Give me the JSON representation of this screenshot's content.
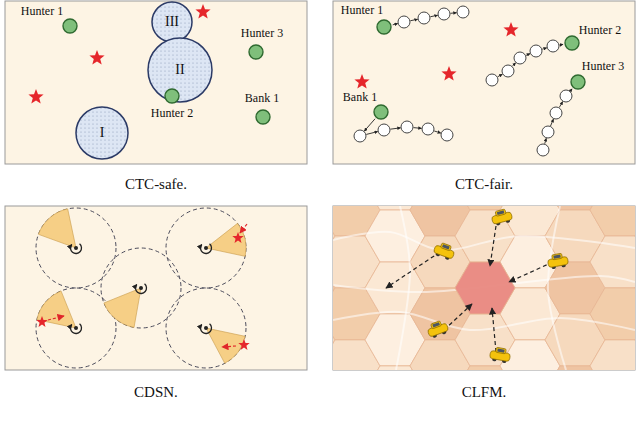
{
  "diagram": {
    "nodes": [
      {
        "text": [
          "Hunter 1"
        ]
      },
      {
        "text": [
          "III"
        ]
      },
      {
        "text": [
          "II"
        ]
      },
      {
        "text": [
          "Hunter 2"
        ]
      },
      {
        "text": [
          "Hunter 3"
        ]
      },
      {
        "text": [
          "Bank 1"
        ]
      },
      {
        "text": [
          "I"
        ]
      },
      {
        "text": [
          "Hunter 1"
        ]
      },
      {
        "text": [
          "Hunter 2"
        ]
      },
      {
        "text": [
          "Hunter 3"
        ]
      },
      {
        "text": [
          "Bank 1"
        ]
      }
    ],
    "labels": [
      "CTC-safe.",
      "CTC-fair.",
      "CDSN.",
      "CLFM."
    ]
  }
}
